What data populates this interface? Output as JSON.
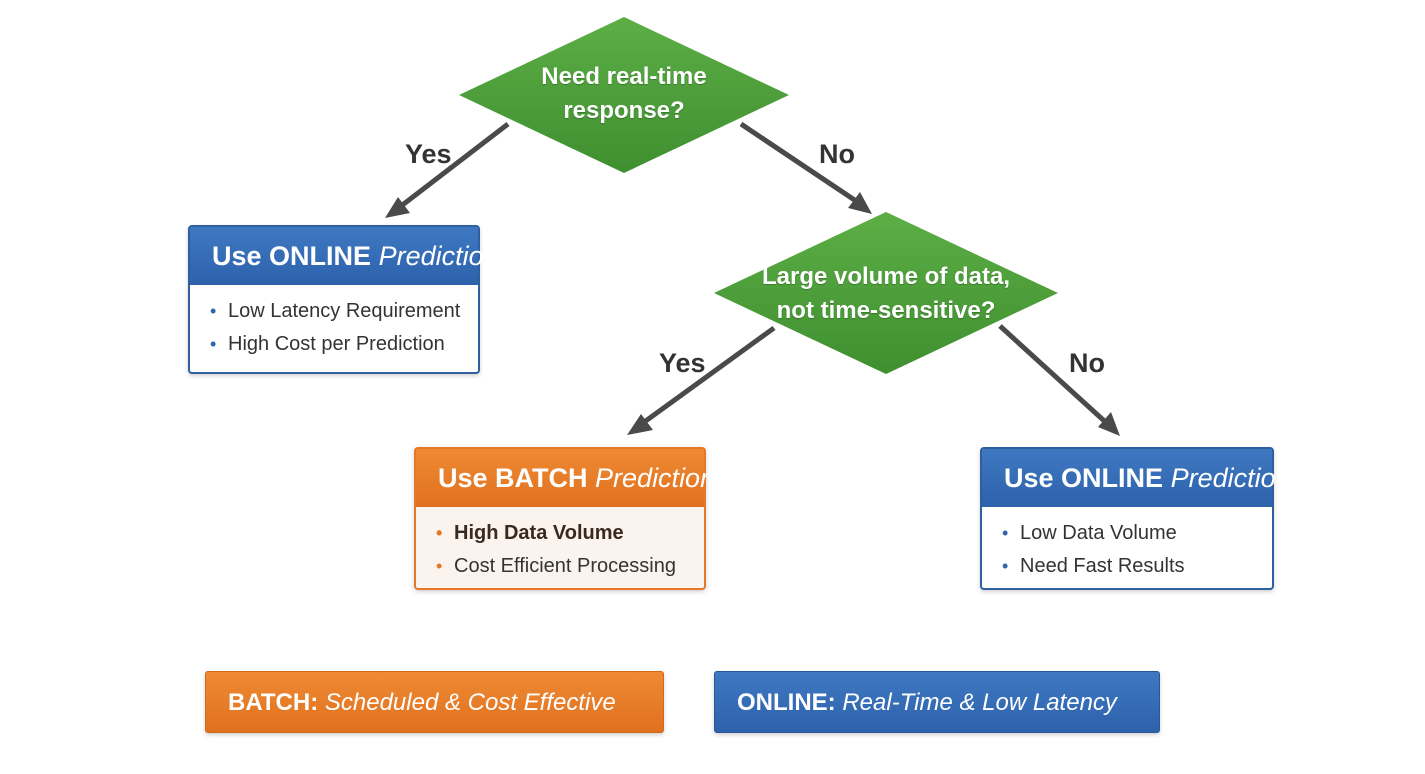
{
  "nodes": {
    "q1": {
      "line1": "Need real-time",
      "line2": "response?"
    },
    "q2": {
      "line1": "Large volume of data,",
      "line2": "not time-sensitive?"
    }
  },
  "edges": {
    "q1_yes": "Yes",
    "q1_no": "No",
    "q2_yes": "Yes",
    "q2_no": "No"
  },
  "cards": {
    "online_top": {
      "title_strong": "Use ONLINE",
      "title_em": "Prediction",
      "items": [
        "Low Latency Requirement",
        "High Cost per Prediction"
      ]
    },
    "batch": {
      "title_strong": "Use BATCH",
      "title_em": "Prediction",
      "items": [
        "High Data Volume",
        "Cost Efficient Processing"
      ]
    },
    "online_bottom": {
      "title_strong": "Use ONLINE",
      "title_em": "Prediction",
      "items": [
        "Low Data Volume",
        "Need Fast Results"
      ]
    }
  },
  "banners": {
    "batch": {
      "strong": "BATCH:",
      "em": "Scheduled & Cost Effective"
    },
    "online": {
      "strong": "ONLINE:",
      "em": "Real-Time & Low Latency"
    }
  },
  "colors": {
    "green": "#4b9e3a",
    "blue": "#2f65ad",
    "orange": "#e8782a",
    "arrow": "#4a4a4a"
  },
  "bullet_glyph": "•"
}
